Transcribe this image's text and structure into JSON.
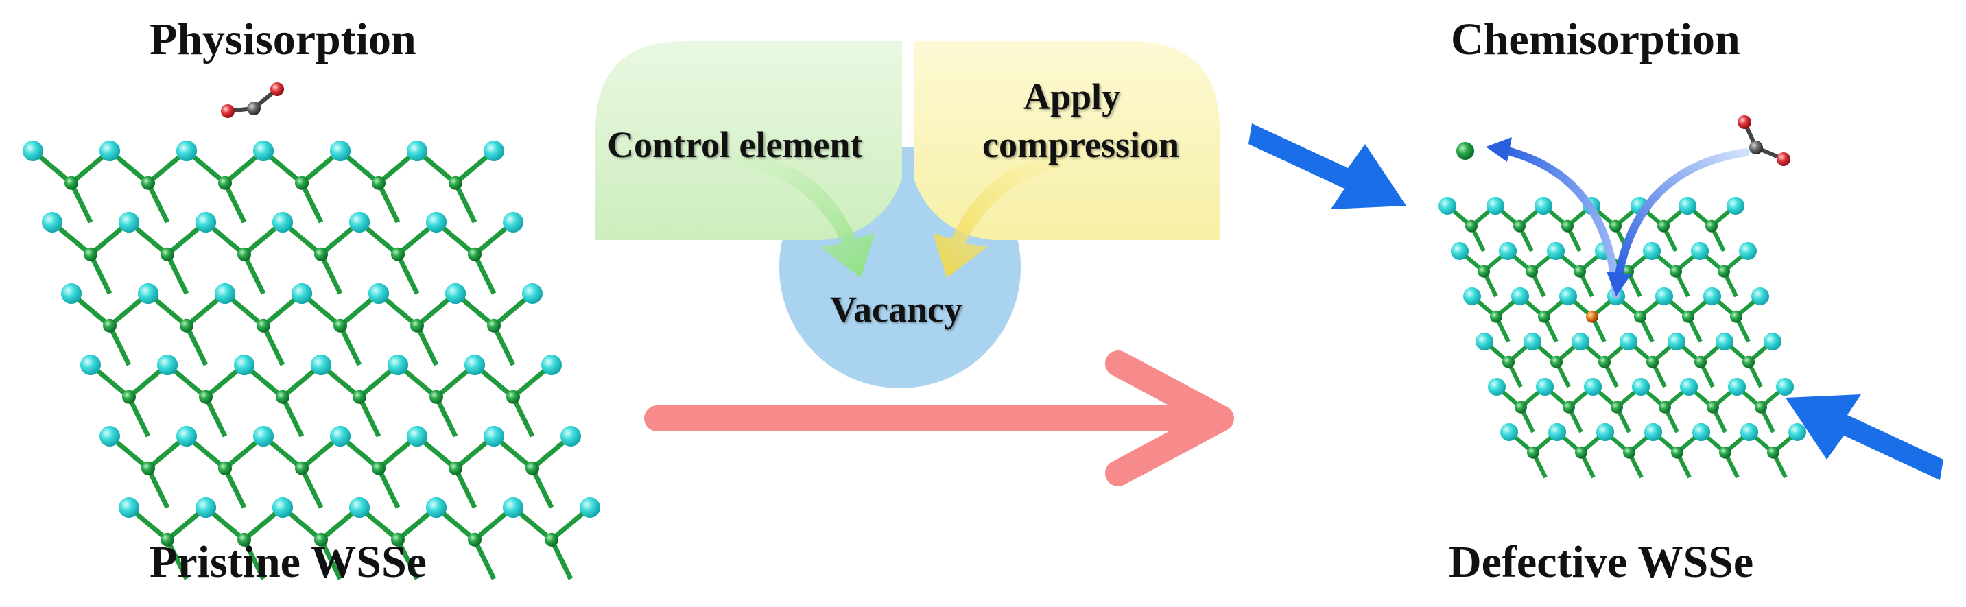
{
  "titles": {
    "physisorption": "Physisorption",
    "chemisorption": "Chemisorption"
  },
  "labels": {
    "pristine": "Pristine WSSe",
    "defective": "Defective WSSe"
  },
  "venn": {
    "left": "Control element",
    "right_line1": "Apply",
    "right_line2": "compression",
    "center": "Vacancy"
  },
  "colors": {
    "chalcogen_atom": "#2fd3d6",
    "metal_atom": "#1f9a3c",
    "bond": "#1f9a3c",
    "oxygen": "#e0303a",
    "carbon": "#5a5a5a",
    "vacancy_atom": "#e07a1c",
    "green_panel": "#d6f0c9",
    "yellow_panel": "#fbf4b2",
    "blue_circle": "#a9d3ef",
    "red_arrow": "#f78a8a",
    "blue_arrow": "#1a6fe8"
  },
  "icons": {
    "molecule": "co2-molecule-icon",
    "process_arrow": "right-arrow-icon",
    "compression_arrow": "pressure-arrow-icon"
  }
}
